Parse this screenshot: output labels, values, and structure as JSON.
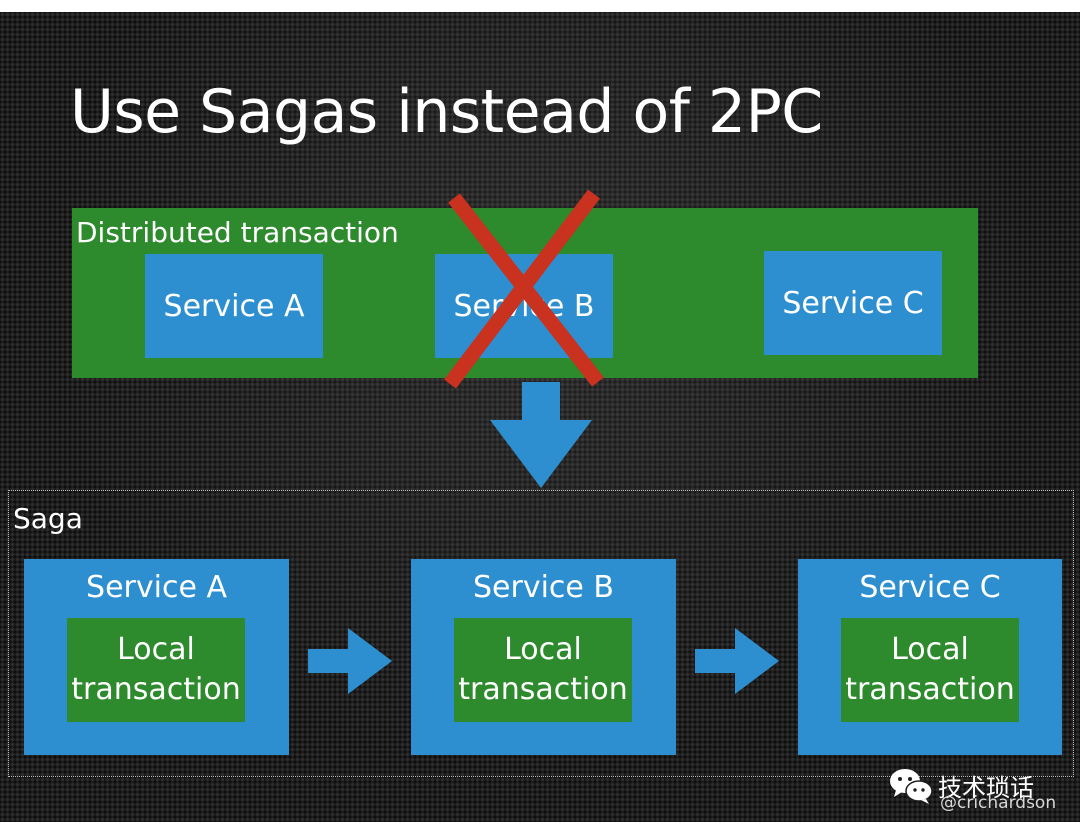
{
  "title": "Use Sagas instead of 2PC",
  "distributed": {
    "label": "Distributed transaction",
    "services": [
      "Service A",
      "Service B",
      "Service C"
    ]
  },
  "saga": {
    "label": "Saga",
    "services": [
      {
        "name": "Service A",
        "inner": [
          "Local",
          "transaction"
        ]
      },
      {
        "name": "Service B",
        "inner": [
          "Local",
          "transaction"
        ]
      },
      {
        "name": "Service C",
        "inner": [
          "Local",
          "transaction"
        ]
      }
    ]
  },
  "watermark": {
    "brand": "技术琐话",
    "handle": "@crichardson"
  },
  "colors": {
    "green": "#2d8a2d",
    "blue": "#2e8fd0",
    "cross": "#c8321f",
    "background": "#1e1e1e"
  },
  "icons": [
    "cross-mark-icon",
    "down-arrow-icon",
    "right-arrow-icon",
    "wechat-icon"
  ]
}
